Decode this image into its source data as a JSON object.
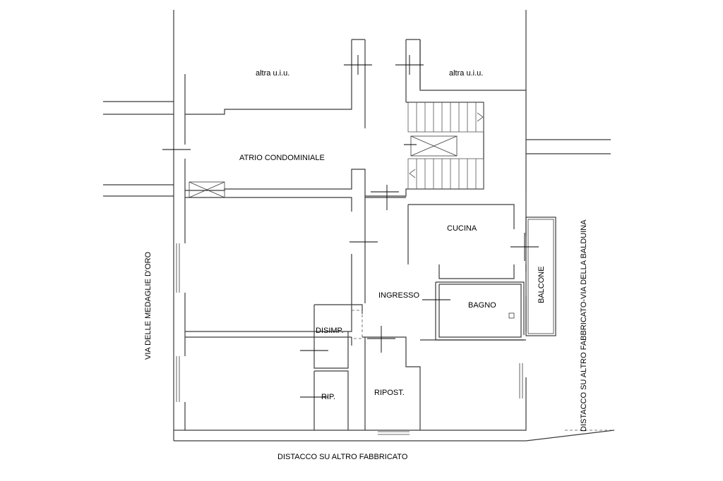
{
  "labels": {
    "neighbor_left": "altra u.i.u.",
    "neighbor_right": "altra u.i.u.",
    "atrium": "ATRIO CONDOMINIALE",
    "kitchen": "CUCINA",
    "entrance": "INGRESSO",
    "bathroom": "BAGNO",
    "balcony": "BALCONE",
    "closet": "DISIMP.",
    "storage_small": "RIP.",
    "storage": "RIPOST."
  },
  "streets": {
    "left": "VIA DELLE MEDAGLIE D'ORO",
    "right": "DISTACCO SU ALTRO FABBRICATO-VIA DELLA BALDUINA",
    "bottom": "DISTACCO SU ALTRO FABBRICATO"
  },
  "colors": {
    "wall": "#3a3a3a",
    "text": "#000000",
    "background": "#ffffff"
  }
}
